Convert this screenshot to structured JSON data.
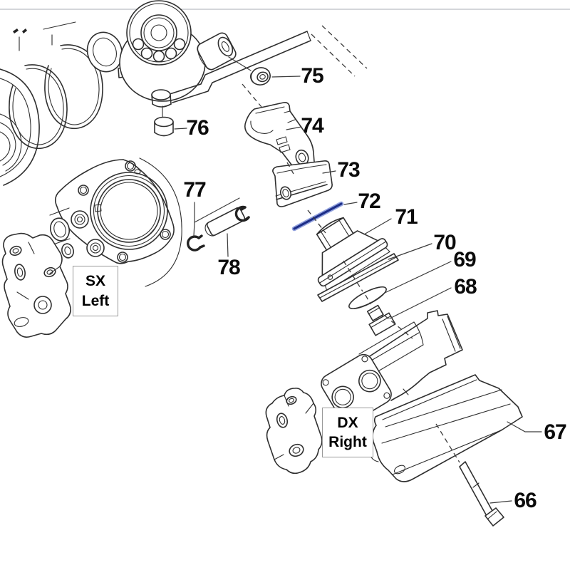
{
  "figure": {
    "kind": "exploded-parts-diagram",
    "highlighted_part": "72"
  },
  "colors": {
    "line": "#2f2f2f",
    "label_text": "#0b0b0b",
    "leader": "#3c3c3c",
    "highlight": "#1d2e87",
    "highlight_glow": "#7e90d8",
    "side_box_border": "#999999",
    "background": "#ffffff",
    "top_rule": "#a9aeb6"
  },
  "part_labels": [
    {
      "num": "66"
    },
    {
      "num": "67"
    },
    {
      "num": "68"
    },
    {
      "num": "69"
    },
    {
      "num": "70"
    },
    {
      "num": "71"
    },
    {
      "num": "72"
    },
    {
      "num": "73"
    },
    {
      "num": "74"
    },
    {
      "num": "75"
    },
    {
      "num": "76"
    },
    {
      "num": "77"
    },
    {
      "num": "78"
    }
  ],
  "side_labels": {
    "sx": {
      "line1": "SX",
      "line2": "Left"
    },
    "dx": {
      "line1": "DX",
      "line2": "Right"
    }
  }
}
